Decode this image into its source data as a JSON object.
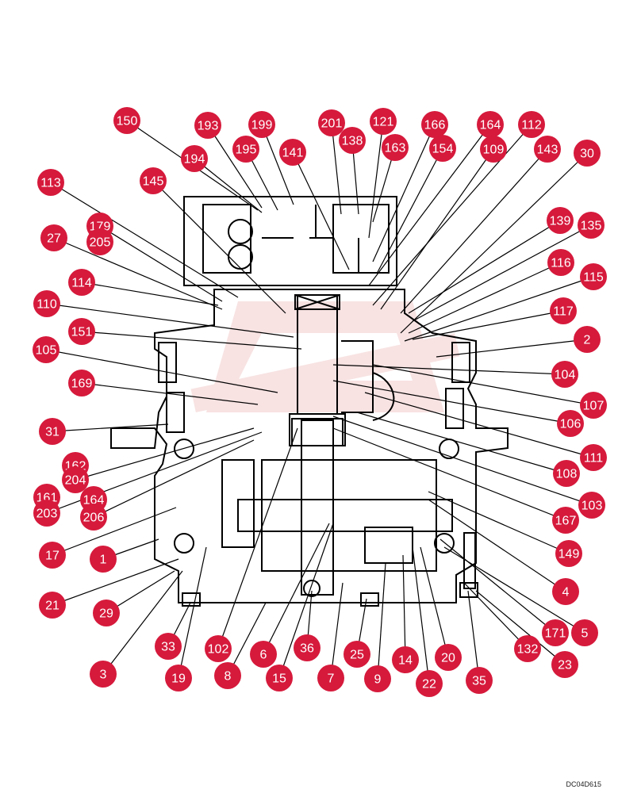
{
  "diagram": {
    "drawing_code": "DC04D615",
    "watermark_icon": "brand-logo-icon",
    "colors": {
      "callout": "#d61a3c",
      "line": "#000000",
      "watermark": "#f2c6c6",
      "text": "#ffffff"
    },
    "callouts": [
      "150",
      "193",
      "199",
      "201",
      "121",
      "166",
      "164",
      "112",
      "194",
      "195",
      "141",
      "138",
      "163",
      "154",
      "109",
      "143",
      "30",
      "113",
      "145",
      "179",
      "205",
      "27",
      "139",
      "135",
      "114",
      "116",
      "115",
      "110",
      "117",
      "151",
      "2",
      "105",
      "104",
      "169",
      "107",
      "106",
      "31",
      "111",
      "108",
      "162",
      "204",
      "103",
      "161",
      "203",
      "164b",
      "206",
      "167",
      "17",
      "1",
      "149",
      "21",
      "29",
      "4",
      "5",
      "171",
      "33",
      "102",
      "6",
      "36",
      "25",
      "14",
      "20",
      "132",
      "3",
      "19",
      "8",
      "15",
      "7",
      "9",
      "22",
      "35",
      "23"
    ],
    "labels": {
      "150": "150",
      "193": "193",
      "199": "199",
      "201": "201",
      "121": "121",
      "166": "166",
      "164": "164",
      "112": "112",
      "194": "194",
      "195": "195",
      "141": "141",
      "138": "138",
      "163": "163",
      "154": "154",
      "109": "109",
      "143": "143",
      "30": "30",
      "113": "113",
      "145": "145",
      "179": "179",
      "205": "205",
      "27": "27",
      "139": "139",
      "135": "135",
      "114": "114",
      "116": "116",
      "115": "115",
      "110": "110",
      "117": "117",
      "151": "151",
      "2": "2",
      "105": "105",
      "104": "104",
      "169": "169",
      "107": "107",
      "106": "106",
      "31": "31",
      "111": "111",
      "108": "108",
      "162": "162",
      "204": "204",
      "103": "103",
      "161": "161",
      "203": "203",
      "164b": "164",
      "206": "206",
      "167": "167",
      "17": "17",
      "1": "1",
      "149": "149",
      "21": "21",
      "29": "29",
      "4": "4",
      "5": "5",
      "171": "171",
      "33": "33",
      "102": "102",
      "6": "6",
      "36": "36",
      "25": "25",
      "14": "14",
      "20": "20",
      "132": "132",
      "3": "3",
      "19": "19",
      "8": "8",
      "15": "15",
      "7": "7",
      "9": "9",
      "22": "22",
      "35": "35",
      "23": "23"
    }
  }
}
